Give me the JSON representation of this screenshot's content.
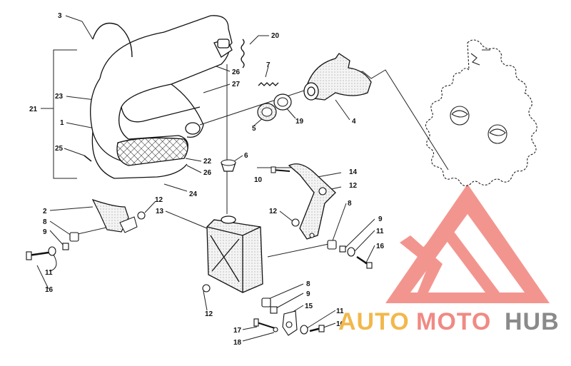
{
  "diagram": {
    "callouts": [
      {
        "id": "c3",
        "text": "3"
      },
      {
        "id": "c20",
        "text": "20"
      },
      {
        "id": "c7",
        "text": "7"
      },
      {
        "id": "c26a",
        "text": "26"
      },
      {
        "id": "c27",
        "text": "27"
      },
      {
        "id": "c23",
        "text": "23"
      },
      {
        "id": "c21",
        "text": "21"
      },
      {
        "id": "c1",
        "text": "1"
      },
      {
        "id": "c5",
        "text": "5"
      },
      {
        "id": "c19",
        "text": "19"
      },
      {
        "id": "c4",
        "text": "4"
      },
      {
        "id": "c25",
        "text": "25"
      },
      {
        "id": "c22",
        "text": "22"
      },
      {
        "id": "c6",
        "text": "6"
      },
      {
        "id": "c26b",
        "text": "26"
      },
      {
        "id": "c24",
        "text": "24"
      },
      {
        "id": "c10",
        "text": "10"
      },
      {
        "id": "c14",
        "text": "14"
      },
      {
        "id": "c12a",
        "text": "12"
      },
      {
        "id": "c12b",
        "text": "12"
      },
      {
        "id": "c13",
        "text": "13"
      },
      {
        "id": "c2",
        "text": "2"
      },
      {
        "id": "c8a",
        "text": "8"
      },
      {
        "id": "c9a",
        "text": "9"
      },
      {
        "id": "c11a",
        "text": "11"
      },
      {
        "id": "c16a",
        "text": "16"
      },
      {
        "id": "c12c",
        "text": "12"
      },
      {
        "id": "c8b",
        "text": "8"
      },
      {
        "id": "c9b",
        "text": "9"
      },
      {
        "id": "c11b",
        "text": "11"
      },
      {
        "id": "c16b",
        "text": "16"
      },
      {
        "id": "c12d",
        "text": "12"
      },
      {
        "id": "c8c",
        "text": "8"
      },
      {
        "id": "c9c",
        "text": "9"
      },
      {
        "id": "c15",
        "text": "15"
      },
      {
        "id": "c11c",
        "text": "11"
      },
      {
        "id": "c16c",
        "text": "16"
      },
      {
        "id": "c17",
        "text": "17"
      },
      {
        "id": "c18",
        "text": "18"
      }
    ]
  },
  "watermark": {
    "part1": "AUTO",
    "part2": "MOTO",
    "part3": "HUB",
    "colors": {
      "auto": "#f2b84b",
      "moto": "#f08a84",
      "hub": "#8a8a8a",
      "logo": "#f2837c"
    }
  }
}
